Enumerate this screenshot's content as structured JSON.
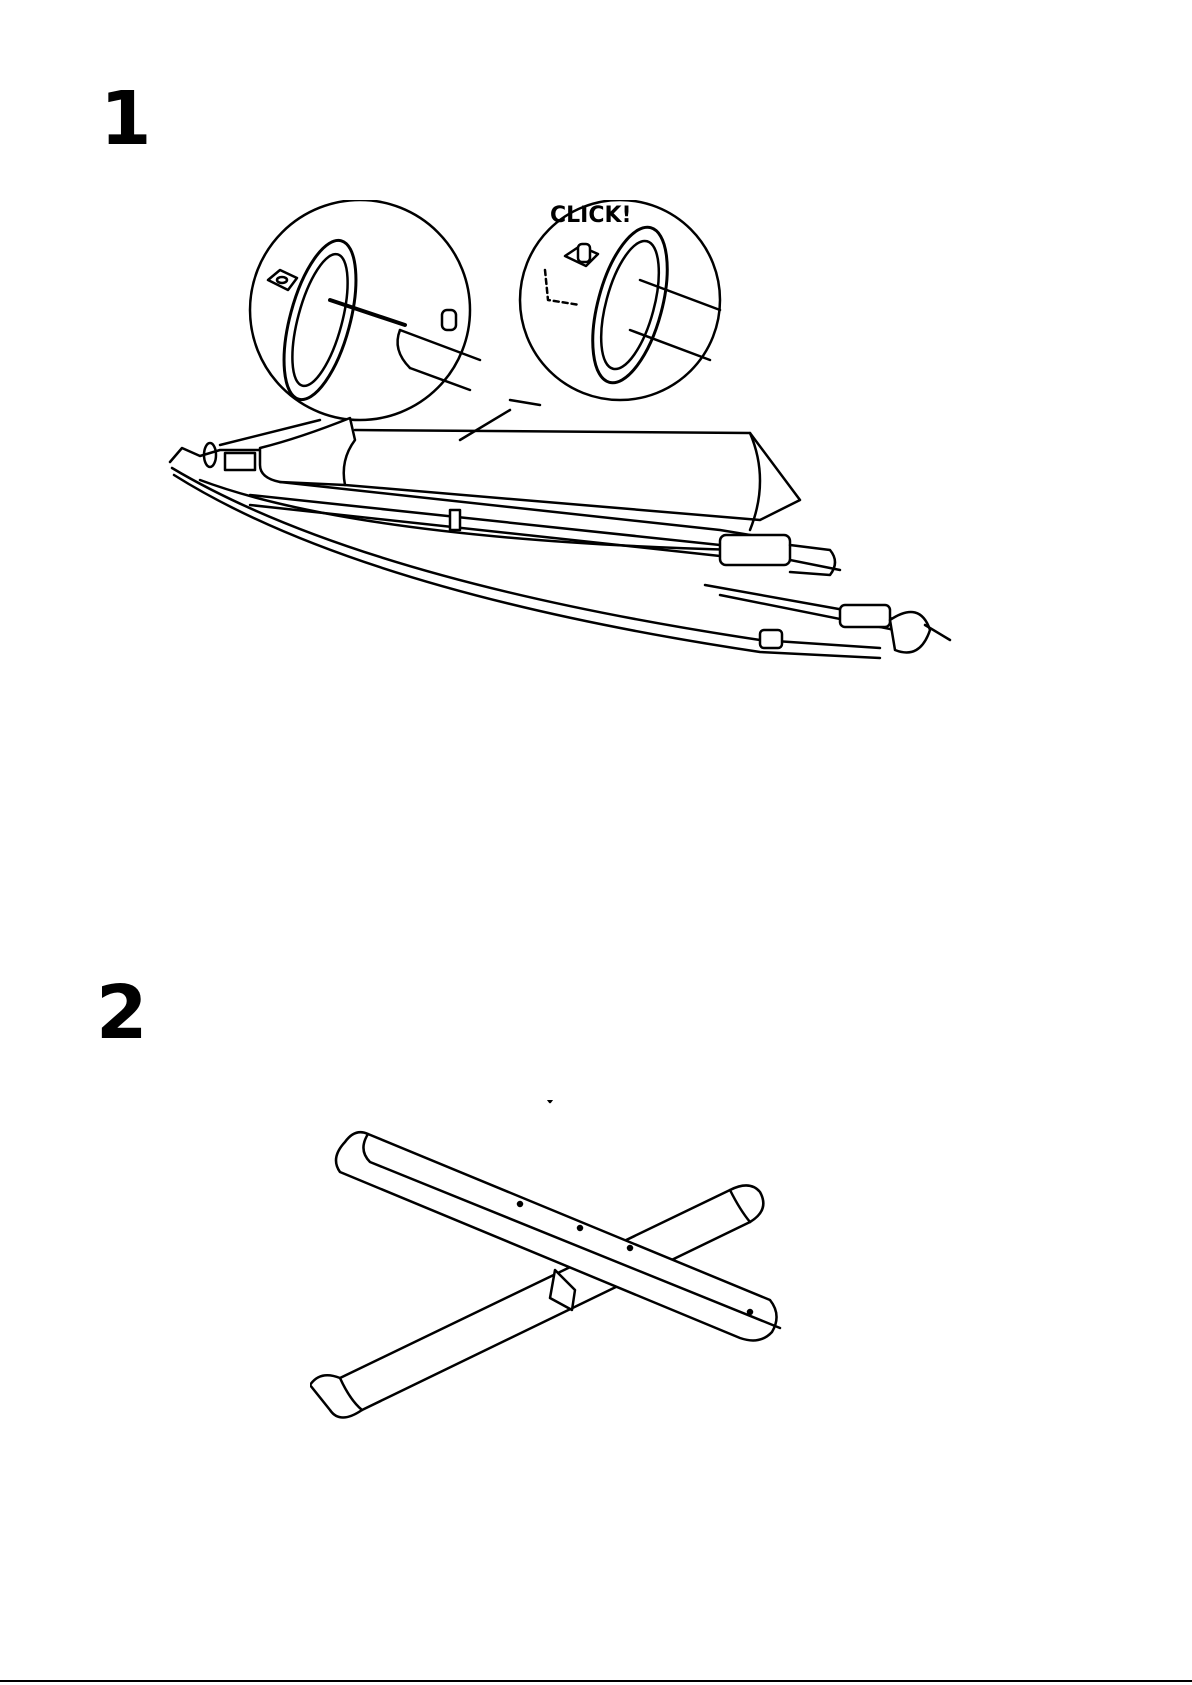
{
  "steps": [
    {
      "number": "1",
      "callout": "CLICK!"
    },
    {
      "number": "2"
    }
  ],
  "icons": [
    "umbrella-pole-illustration",
    "cross-base-illustration",
    "down-arrow-icon"
  ],
  "colors": {
    "ink": "#000000",
    "paper": "#ffffff"
  }
}
